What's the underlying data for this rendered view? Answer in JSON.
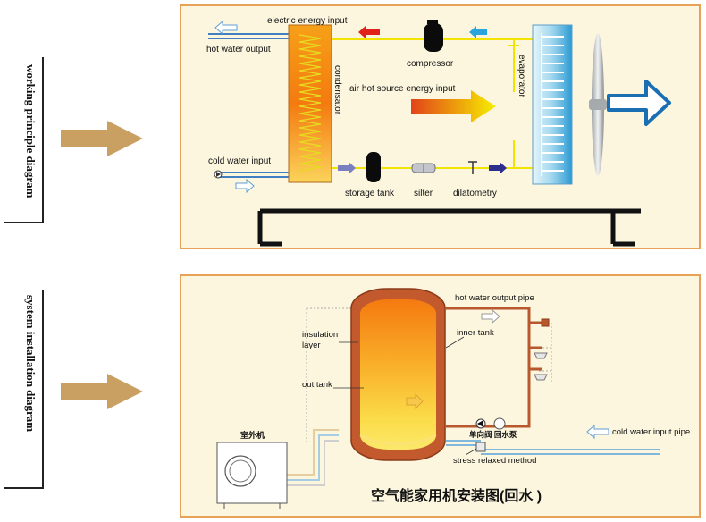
{
  "section1": {
    "side_label": "working principle diagram",
    "labels": {
      "electric_energy_input": "electric energy input",
      "hot_water_output": "hot water output",
      "compressor": "compressor",
      "condensator": "condensator",
      "evaporator": "evaporator",
      "air_hot_source": "air hot source energy input",
      "cold_water_input": "cold water input",
      "storage_tank": "storage tank",
      "silter": "silter",
      "dilatometry": "dilatometry"
    }
  },
  "section2": {
    "side_label": "system installation diagram",
    "labels": {
      "hot_water_output_pipe": "hot water output pipe",
      "insulation_layer_1": "insulation",
      "insulation_layer_2": "layer",
      "inner_tank": "inner tank",
      "out_tank": "out tank",
      "outdoor_unit": "室外机",
      "check_valve_pump": "单向阀 回水泵",
      "cold_water_input_pipe": "cold water input pipe",
      "stress_relaxed": "stress relaxed method",
      "title": "空气能家用机安装图(回水 )"
    }
  },
  "colors": {
    "panel_bg": "#fcf6df",
    "panel_border": "#e7a257",
    "arrow_tan": "#c9a062",
    "pipe_yellow": "#f2e400",
    "tank_brown": "#b8582e",
    "blue_arrow": "#0a6fb5"
  }
}
